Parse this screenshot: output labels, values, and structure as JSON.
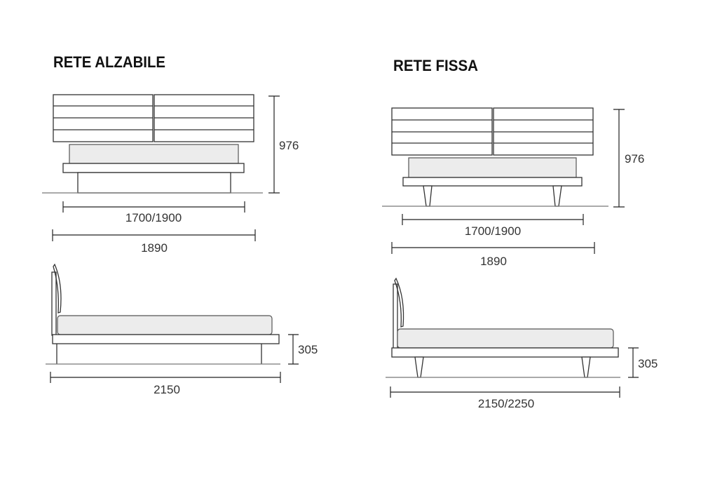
{
  "sections": [
    {
      "title": "RETE ALZABILE",
      "front_view": {
        "height": "976",
        "inner_width": "1700/1900",
        "outer_width": "1890"
      },
      "side_view": {
        "height": "305",
        "length": "2150"
      }
    },
    {
      "title": "RETE FISSA",
      "front_view": {
        "height": "976",
        "inner_width": "1700/1900",
        "outer_width": "1890"
      },
      "side_view": {
        "height": "305",
        "length": "2150/2250"
      }
    }
  ]
}
